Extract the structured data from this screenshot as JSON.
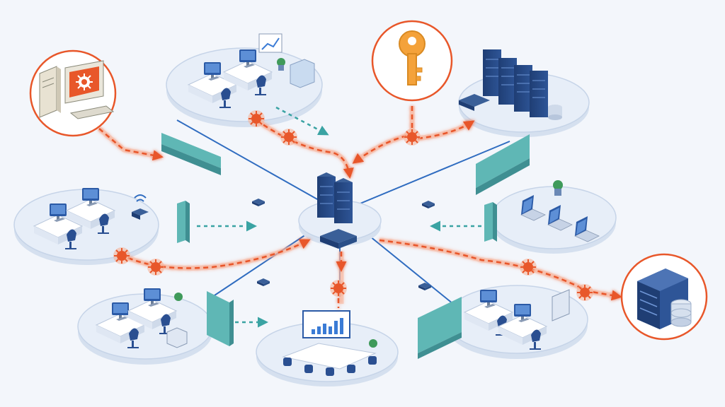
{
  "diagram": {
    "kind": "network-security-illustration",
    "colors": {
      "background": "#f3f6fb",
      "platform": "#e7eef8",
      "platform_edge": "#c6d4e8",
      "network_link": "#2f6cc0",
      "server": "#1f3e74",
      "server_accent": "#2e5597",
      "firewall": "#5fb7b5",
      "firewall_dark": "#3f8f92",
      "attack": "#e8572a",
      "attack_glow": "#f7b49a",
      "flow_teal": "#3aa3a3",
      "key": "#f4a23a",
      "monitor": "#2b5aa6",
      "chair": "#2a4f91",
      "desk": "#ffffff",
      "plant": "#3f9a5a"
    },
    "nodes": [
      {
        "id": "core-server",
        "icon": "server-rack-icon"
      },
      {
        "id": "office-top-left",
        "icon": "workstation-icon"
      },
      {
        "id": "office-left",
        "icon": "workstation-icon"
      },
      {
        "id": "office-bottom-left",
        "icon": "workstation-icon"
      },
      {
        "id": "meeting-room",
        "icon": "meeting-table-icon"
      },
      {
        "id": "office-bottom-right",
        "icon": "workstation-icon"
      },
      {
        "id": "laptops-right",
        "icon": "laptop-icon"
      },
      {
        "id": "data-center",
        "icon": "server-rack-icon"
      }
    ],
    "callouts": [
      {
        "id": "infected-pc",
        "icon": "infected-computer-icon"
      },
      {
        "id": "stolen-key",
        "icon": "key-icon"
      },
      {
        "id": "exfil-server",
        "icon": "database-server-icon"
      }
    ],
    "threats": {
      "icon": "virus-icon",
      "count": 8
    },
    "firewalls": {
      "icon": "firewall-wall-icon",
      "count": 6
    }
  }
}
